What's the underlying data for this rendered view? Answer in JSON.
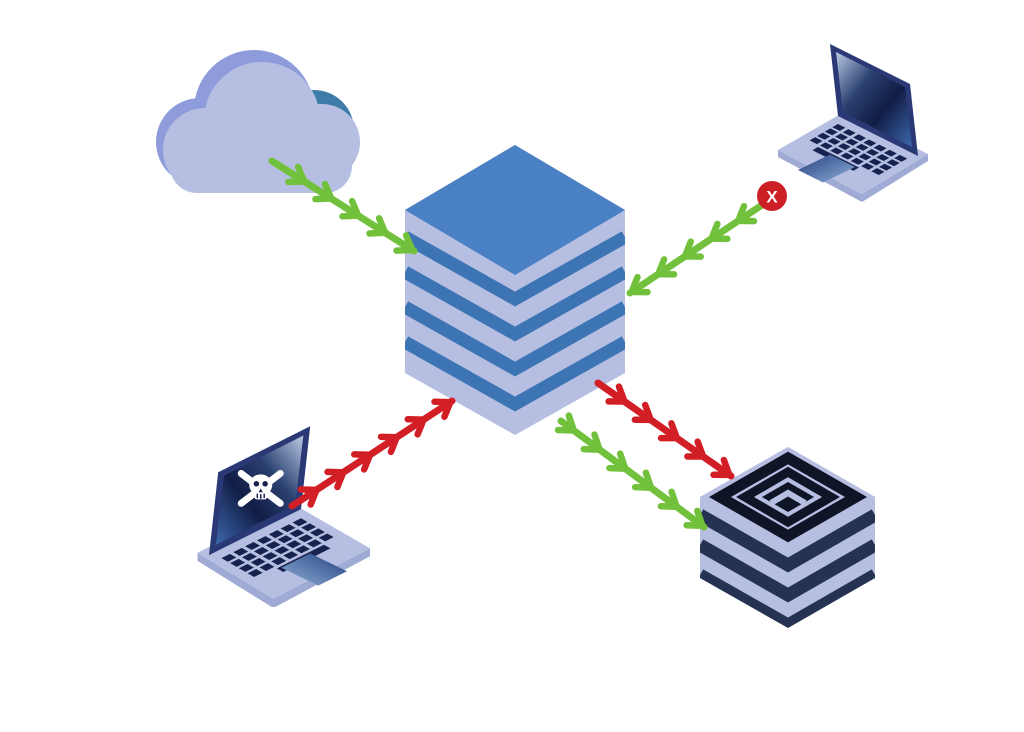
{
  "page": {
    "background": "#ffffff"
  },
  "diagram": {
    "type": "isometric-network-security-diagram",
    "nodes": [
      {
        "id": "internet-cloud",
        "icon": "cloud-icon",
        "label": ""
      },
      {
        "id": "firewall",
        "icon": "firewall-stack-icon",
        "label": ""
      },
      {
        "id": "client-laptop",
        "icon": "laptop-icon",
        "label": ""
      },
      {
        "id": "attacker-laptop",
        "icon": "laptop-skull-icon",
        "label": ""
      },
      {
        "id": "server-stack",
        "icon": "server-stack-icon",
        "label": ""
      }
    ],
    "connections": [
      {
        "id": "cloud-to-firewall",
        "color": "#72c13c",
        "style": "green-allowed"
      },
      {
        "id": "client-to-firewall",
        "color": "#72c13c",
        "style": "green-allowed",
        "badge": "blocked-x"
      },
      {
        "id": "attacker-to-firewall",
        "color": "#d21f26",
        "style": "red-blocked"
      },
      {
        "id": "firewall-to-server-red",
        "color": "#d21f26",
        "style": "red-blocked"
      },
      {
        "id": "firewall-to-server-green",
        "color": "#72c13c",
        "style": "green-allowed"
      }
    ],
    "badge": {
      "symbol": "X",
      "bg": "#cc1f26",
      "fg": "#ffffff"
    },
    "colors": {
      "green": "#72c13c",
      "red": "#d21f26",
      "lavender": "#b6bfe2",
      "lavender_shadow": "#9fabd4",
      "blue_top": "#4a80c4",
      "blue_stripe": "#3c74b4",
      "navy_bezel": "#2b3876",
      "navy_keys": "#17224e",
      "stack_stripe": "#263252",
      "stack_ring": "#0f1526",
      "periwinkle": "#8e9cdc",
      "steel_blue": "#3f7ba8",
      "screen_dark": "#111d45"
    }
  }
}
